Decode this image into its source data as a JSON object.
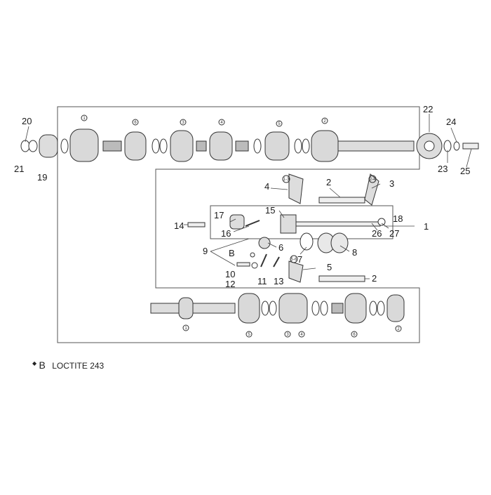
{
  "diagram": {
    "callouts": [
      "1",
      "2",
      "2",
      "3",
      "4",
      "5",
      "6",
      "7",
      "8",
      "9",
      "10",
      "11",
      "12",
      "13",
      "14",
      "15",
      "16",
      "17",
      "18",
      "19",
      "20",
      "21",
      "22",
      "23",
      "24",
      "25",
      "26",
      "27",
      "B"
    ],
    "gear_marks": {
      "top": [
        "1",
        "6",
        "3",
        "4",
        "5",
        "2"
      ],
      "bottom": [
        "1",
        "5",
        "3",
        "4",
        "6",
        "2"
      ]
    },
    "fork_marks": [
      "1-3",
      "2-4",
      "5-6"
    ]
  },
  "legend": {
    "glyph": "◆",
    "key": "B",
    "text": "LOCTITE 243"
  },
  "colors": {
    "line": "#333333",
    "gear_fill": "#e8e8e8",
    "shade": "#bdbdbd"
  }
}
